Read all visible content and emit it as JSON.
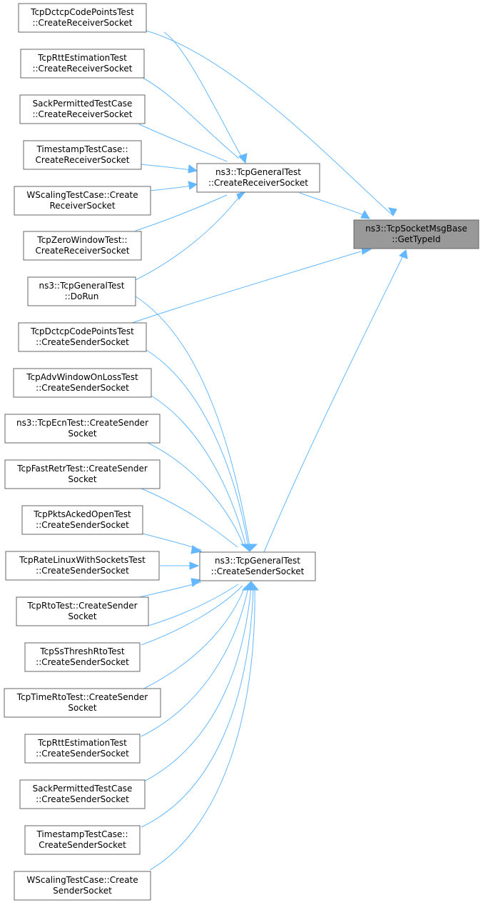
{
  "target": {
    "line1": "ns3::TcpSocketMsgBase",
    "line2": "::GetTypeId"
  },
  "receiver_hub": {
    "line1": "ns3::TcpGeneralTest",
    "line2": "::CreateReceiverSocket"
  },
  "sender_hub": {
    "line1": "ns3::TcpGeneralTest",
    "line2": "::CreateSenderSocket"
  },
  "doRun": {
    "line1": "ns3::TcpGeneralTest",
    "line2": "::DoRun"
  },
  "receiver_callers": [
    {
      "line1": "TcpDctcpCodePointsTest",
      "line2": "::CreateReceiverSocket"
    },
    {
      "line1": "TcpRttEstimationTest",
      "line2": "::CreateReceiverSocket"
    },
    {
      "line1": "SackPermittedTestCase",
      "line2": "::CreateReceiverSocket"
    },
    {
      "line1": "TimestampTestCase::",
      "line2": "CreateReceiverSocket"
    },
    {
      "line1": "WScalingTestCase::Create",
      "line2": "ReceiverSocket"
    },
    {
      "line1": "TcpZeroWindowTest::",
      "line2": "CreateReceiverSocket"
    }
  ],
  "sender_callers": [
    {
      "line1": "TcpDctcpCodePointsTest",
      "line2": "::CreateSenderSocket"
    },
    {
      "line1": "TcpAdvWindowOnLossTest",
      "line2": "::CreateSenderSocket"
    },
    {
      "line1": "ns3::TcpEcnTest::CreateSender",
      "line2": "Socket"
    },
    {
      "line1": "TcpFastRetrTest::CreateSender",
      "line2": "Socket"
    },
    {
      "line1": "TcpPktsAckedOpenTest",
      "line2": "::CreateSenderSocket"
    },
    {
      "line1": "TcpRateLinuxWithSocketsTest",
      "line2": "::CreateSenderSocket"
    },
    {
      "line1": "TcpRtoTest::CreateSender",
      "line2": "Socket"
    },
    {
      "line1": "TcpSsThreshRtoTest",
      "line2": "::CreateSenderSocket"
    },
    {
      "line1": "TcpTimeRtoTest::CreateSender",
      "line2": "Socket"
    },
    {
      "line1": "TcpRttEstimationTest",
      "line2": "::CreateSenderSocket"
    },
    {
      "line1": "SackPermittedTestCase",
      "line2": "::CreateSenderSocket"
    },
    {
      "line1": "TimestampTestCase::",
      "line2": "CreateSenderSocket"
    },
    {
      "line1": "WScalingTestCase::Create",
      "line2": "SenderSocket"
    }
  ],
  "colors": {
    "edge": "#63b8ff",
    "node_border": "#666666",
    "target_fill": "#999999"
  }
}
